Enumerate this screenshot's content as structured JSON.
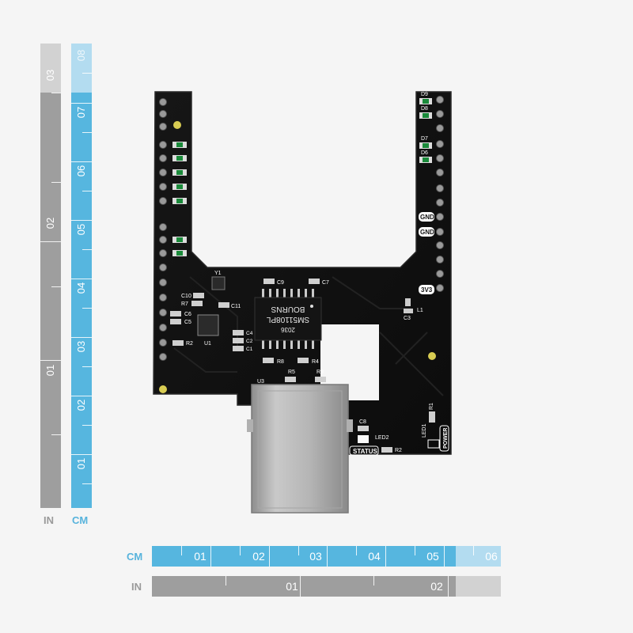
{
  "rulers": {
    "vertical_in": {
      "unit": "IN",
      "labels": [
        "03",
        "02",
        "01"
      ]
    },
    "vertical_cm": {
      "unit": "CM",
      "labels": [
        "08",
        "07",
        "06",
        "05",
        "04",
        "03",
        "02",
        "01"
      ]
    },
    "horizontal_cm": {
      "unit": "CM",
      "labels": [
        "01",
        "02",
        "03",
        "04",
        "05",
        "06"
      ]
    },
    "horizontal_in": {
      "unit": "IN",
      "labels": [
        "01",
        "02"
      ]
    }
  },
  "board": {
    "chip_brand": "BOURNS",
    "chip_part": "SM51108PL",
    "chip_code": "2036",
    "labels": {
      "gnd_1": "GND",
      "gnd_2": "GND",
      "v33": "3V3",
      "status": "STATUS",
      "power": "POWER",
      "led1": "LED1",
      "led2": "LED2",
      "y1": "Y1",
      "u1": "U1",
      "u3": "U3",
      "l1": "L1",
      "c1": "C1",
      "c2": "C2",
      "c3": "C3",
      "c4": "C4",
      "c5": "C5",
      "c6": "C6",
      "c7": "C7",
      "c8": "C8",
      "c9": "C9",
      "c10": "C10",
      "c11": "C11",
      "r1": "R1",
      "r2a": "R2",
      "r2b": "R2",
      "r4": "R4",
      "r5": "R5",
      "r7": "R7",
      "r8": "R8",
      "r9": "R9",
      "d6": "D6",
      "d7": "D7",
      "d8": "D8",
      "d9": "D9"
    }
  },
  "colors": {
    "cm_ruler": "#56b6df",
    "in_ruler": "#9e9e9e",
    "pcb": "#111111",
    "background": "#f5f5f5"
  }
}
